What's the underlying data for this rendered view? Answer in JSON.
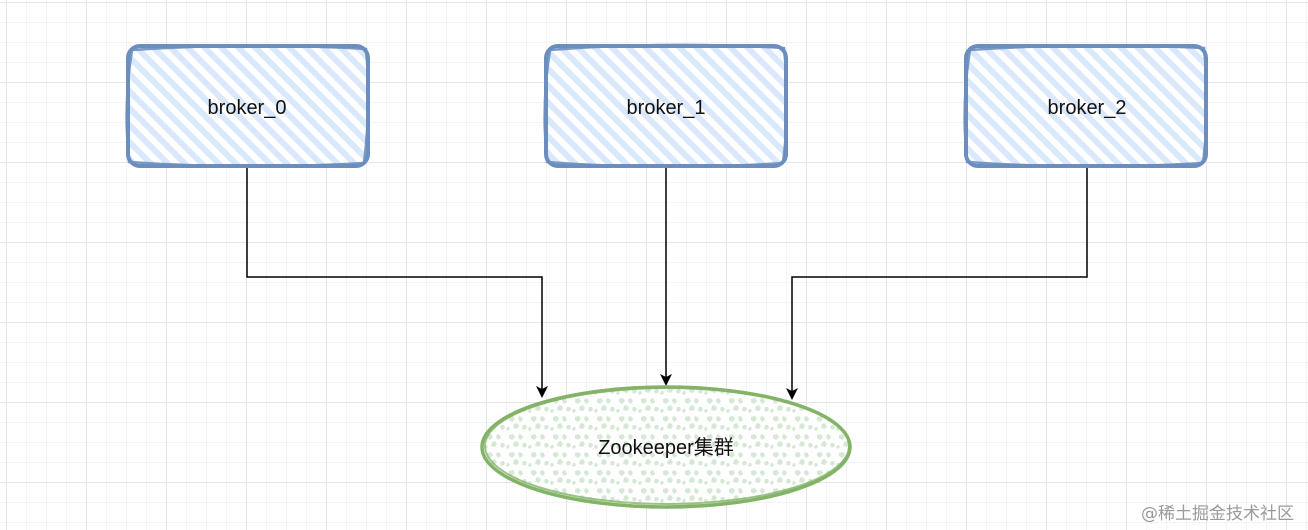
{
  "diagram": {
    "nodes": [
      {
        "id": "broker_0",
        "label": "broker_0",
        "shape": "rounded-rect"
      },
      {
        "id": "broker_1",
        "label": "broker_1",
        "shape": "rounded-rect"
      },
      {
        "id": "broker_2",
        "label": "broker_2",
        "shape": "rounded-rect"
      },
      {
        "id": "zookeeper",
        "label": "Zookeeper集群",
        "shape": "ellipse"
      }
    ],
    "edges": [
      {
        "from": "broker_0",
        "to": "zookeeper"
      },
      {
        "from": "broker_1",
        "to": "zookeeper"
      },
      {
        "from": "broker_2",
        "to": "zookeeper"
      }
    ],
    "colors": {
      "broker_stroke": "#6c8ebf",
      "broker_hatch": "#dae8fc",
      "zookeeper_stroke": "#82b366",
      "zookeeper_fill": "#d5e8d4",
      "edge": "#000000"
    }
  },
  "watermark": "@稀土掘金技术社区"
}
